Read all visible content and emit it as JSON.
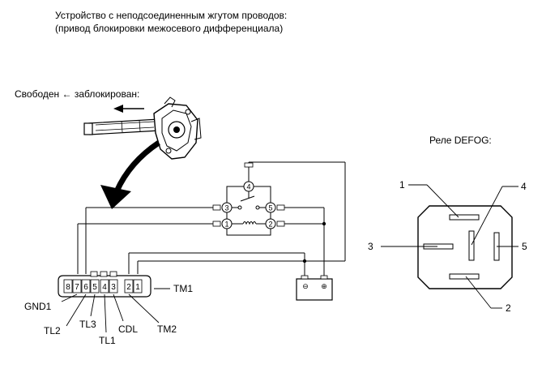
{
  "header": {
    "line1": "Устройство с неподсоединенным жгутом проводов:",
    "line2": "(привод блокировки межосевого дифференциала)"
  },
  "actuator": {
    "caption": "Свободен ← заблокирован:"
  },
  "circuit": {
    "relay_terminals": [
      "4",
      "3",
      "5",
      "1",
      "2"
    ],
    "battery_minus": "⊖",
    "battery_plus": "⊕"
  },
  "connector": {
    "pins": [
      "8",
      "7",
      "6",
      "5",
      "4",
      "3",
      "2",
      "1"
    ],
    "labels": {
      "gnd1": "GND1",
      "tl2": "TL2",
      "tl3": "TL3",
      "tl1": "TL1",
      "cdl": "CDL",
      "tm2": "TM2",
      "tm1": "TM1"
    }
  },
  "defog": {
    "title": "Реле DEFOG:",
    "terminals": {
      "t1": "1",
      "t2": "2",
      "t3": "3",
      "t4": "4",
      "t5": "5"
    }
  }
}
